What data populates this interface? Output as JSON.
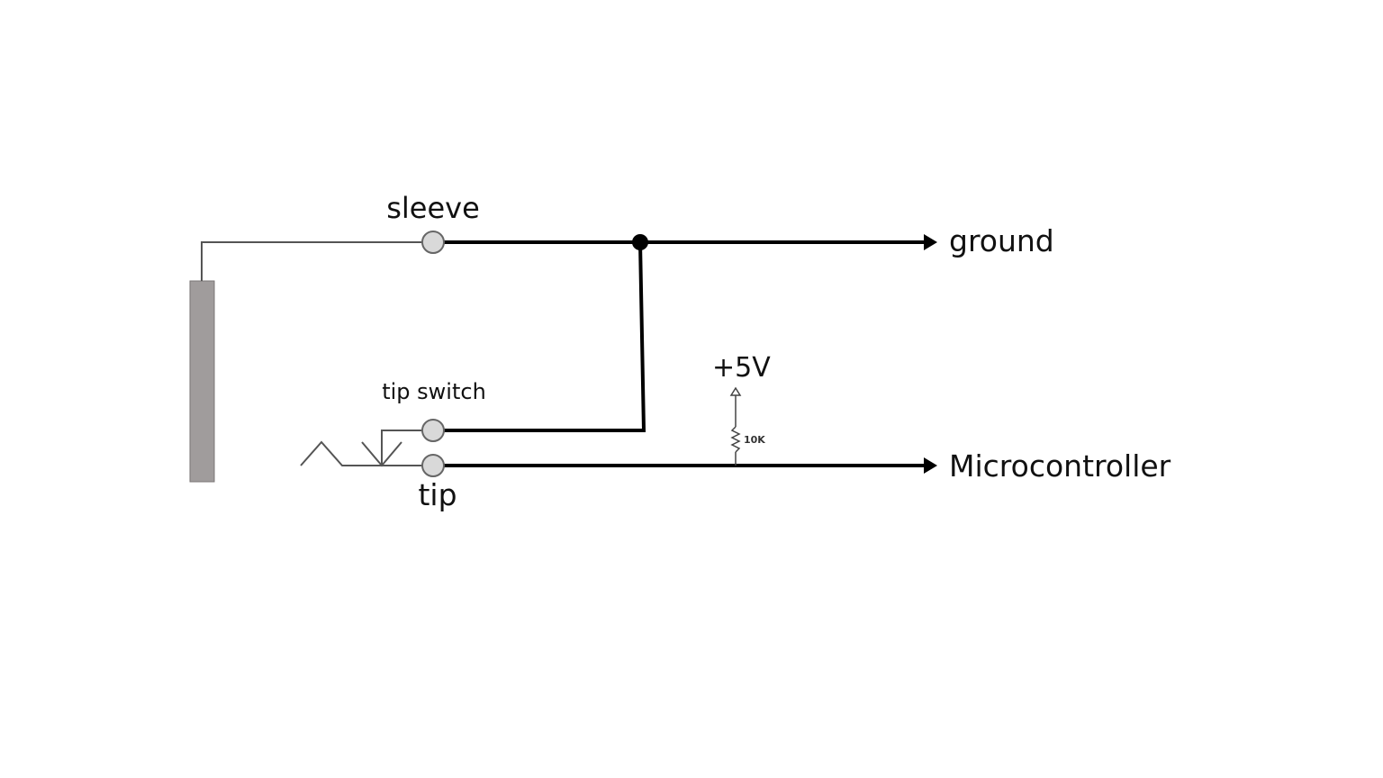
{
  "diagram": {
    "jack": {
      "terminals": {
        "sleeve": "sleeve",
        "tip_switch": "tip switch",
        "tip": "tip"
      }
    },
    "nets": {
      "ground": "ground",
      "signal": "Microcontroller"
    },
    "pullup": {
      "supply": "+5V",
      "resistor": "10K"
    },
    "colors": {
      "wire": "#000000",
      "jack_body": "#a09c9c",
      "jack_line": "#555555",
      "terminal_fill": "#d9d9d9",
      "terminal_stroke": "#666666"
    }
  }
}
